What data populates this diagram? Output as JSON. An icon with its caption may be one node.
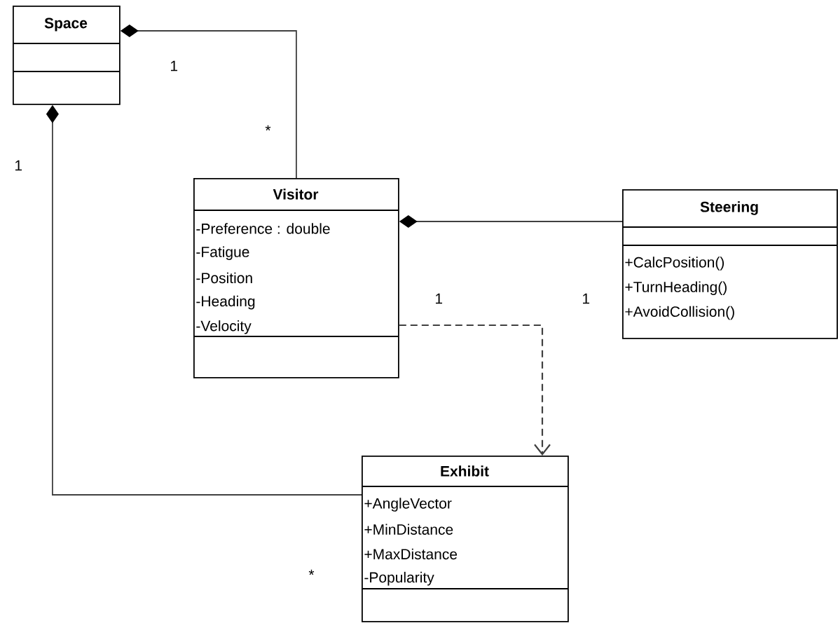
{
  "diagram": {
    "nodes": [
      {
        "text": [
          "Space"
        ]
      },
      {
        "text": [
          "Visitor",
          "-Preference : double",
          "-Fatigue",
          "-Position",
          "-Heading",
          "-Velocity"
        ]
      },
      {
        "text": [
          "Steering",
          "+CalcPosition()",
          "+TurnHeading()",
          "+AvoidCollision()"
        ]
      },
      {
        "text": [
          "Exhibit",
          "+AngleVector",
          "+MinDistance",
          "+MaxDistance",
          "-Popularity"
        ]
      }
    ],
    "edges": [
      {
        "from": 0,
        "to": 1,
        "arrow": "other"
      },
      {
        "from": 0,
        "to": 3,
        "arrow": "other"
      },
      {
        "from": 1,
        "to": 2,
        "arrow": "other"
      },
      {
        "from": 1,
        "to": 3,
        "arrow": "to",
        "style": "dashed"
      }
    ],
    "labels": [
      "1",
      "*",
      "1",
      "*",
      "1",
      "1"
    ]
  }
}
